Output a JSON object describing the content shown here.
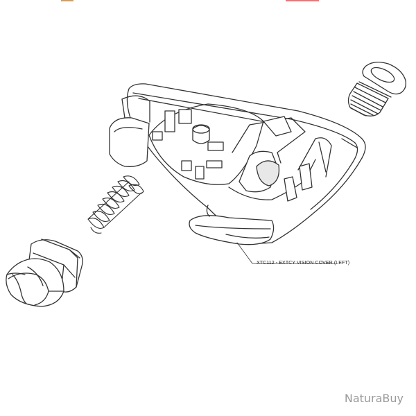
{
  "callout": {
    "part_label": "XTC112 - EXTCY VISION COVER (LEFT)"
  },
  "watermark": {
    "text": "NaturaBuy"
  },
  "colors": {
    "line": "#333333",
    "fill": "#ffffff",
    "shade": "#e8e8e8",
    "watermark": "#9a9a9a"
  },
  "components": [
    "cap-nut",
    "coil-spring",
    "vision-cover-housing",
    "hex-socket-screw"
  ]
}
